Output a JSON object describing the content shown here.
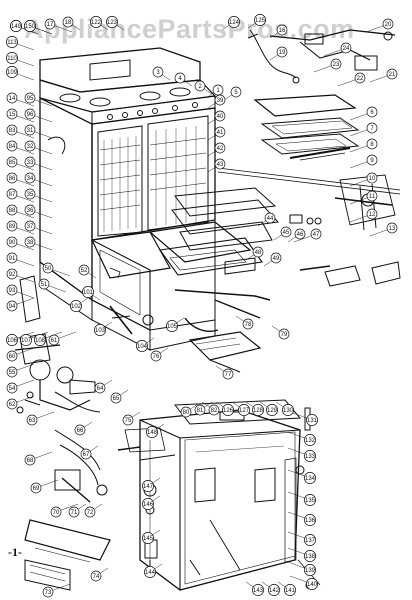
{
  "watermark": "AppliancePartsPros.com",
  "sheet_label": "-1-",
  "colors": {
    "ink": "#111111",
    "paper": "#ffffff",
    "watermark": "#cfcfcf"
  },
  "callouts": [
    "114",
    "115",
    "17",
    "18",
    "122",
    "123",
    "124",
    "125",
    "16",
    "19",
    "20",
    "113",
    "110",
    "109",
    "24",
    "23",
    "22",
    "21",
    "3",
    "4",
    "2",
    "1",
    "5",
    "6",
    "7",
    "8",
    "9",
    "10",
    "11",
    "12",
    "13",
    "14",
    "15",
    "83",
    "84",
    "85",
    "86",
    "87",
    "88",
    "89",
    "90",
    "91",
    "92",
    "93",
    "94",
    "95",
    "96",
    "31",
    "32",
    "33",
    "34",
    "35",
    "36",
    "37",
    "38",
    "39",
    "40",
    "41",
    "42",
    "43",
    "44",
    "45",
    "46",
    "47",
    "48",
    "49",
    "50",
    "51",
    "52",
    "101",
    "102",
    "103",
    "104",
    "105",
    "106",
    "107",
    "108",
    "61",
    "60",
    "55",
    "54",
    "62",
    "63",
    "64",
    "65",
    "66",
    "67",
    "68",
    "69",
    "70",
    "71",
    "72",
    "73",
    "74",
    "75",
    "76",
    "77",
    "78",
    "79",
    "80",
    "81",
    "82",
    "126",
    "127",
    "128",
    "129",
    "130",
    "131",
    "132",
    "133",
    "134",
    "135",
    "136",
    "137",
    "138",
    "139",
    "140",
    "141",
    "142",
    "143",
    "144",
    "145",
    "146",
    "147",
    "148",
    "149",
    "150"
  ]
}
